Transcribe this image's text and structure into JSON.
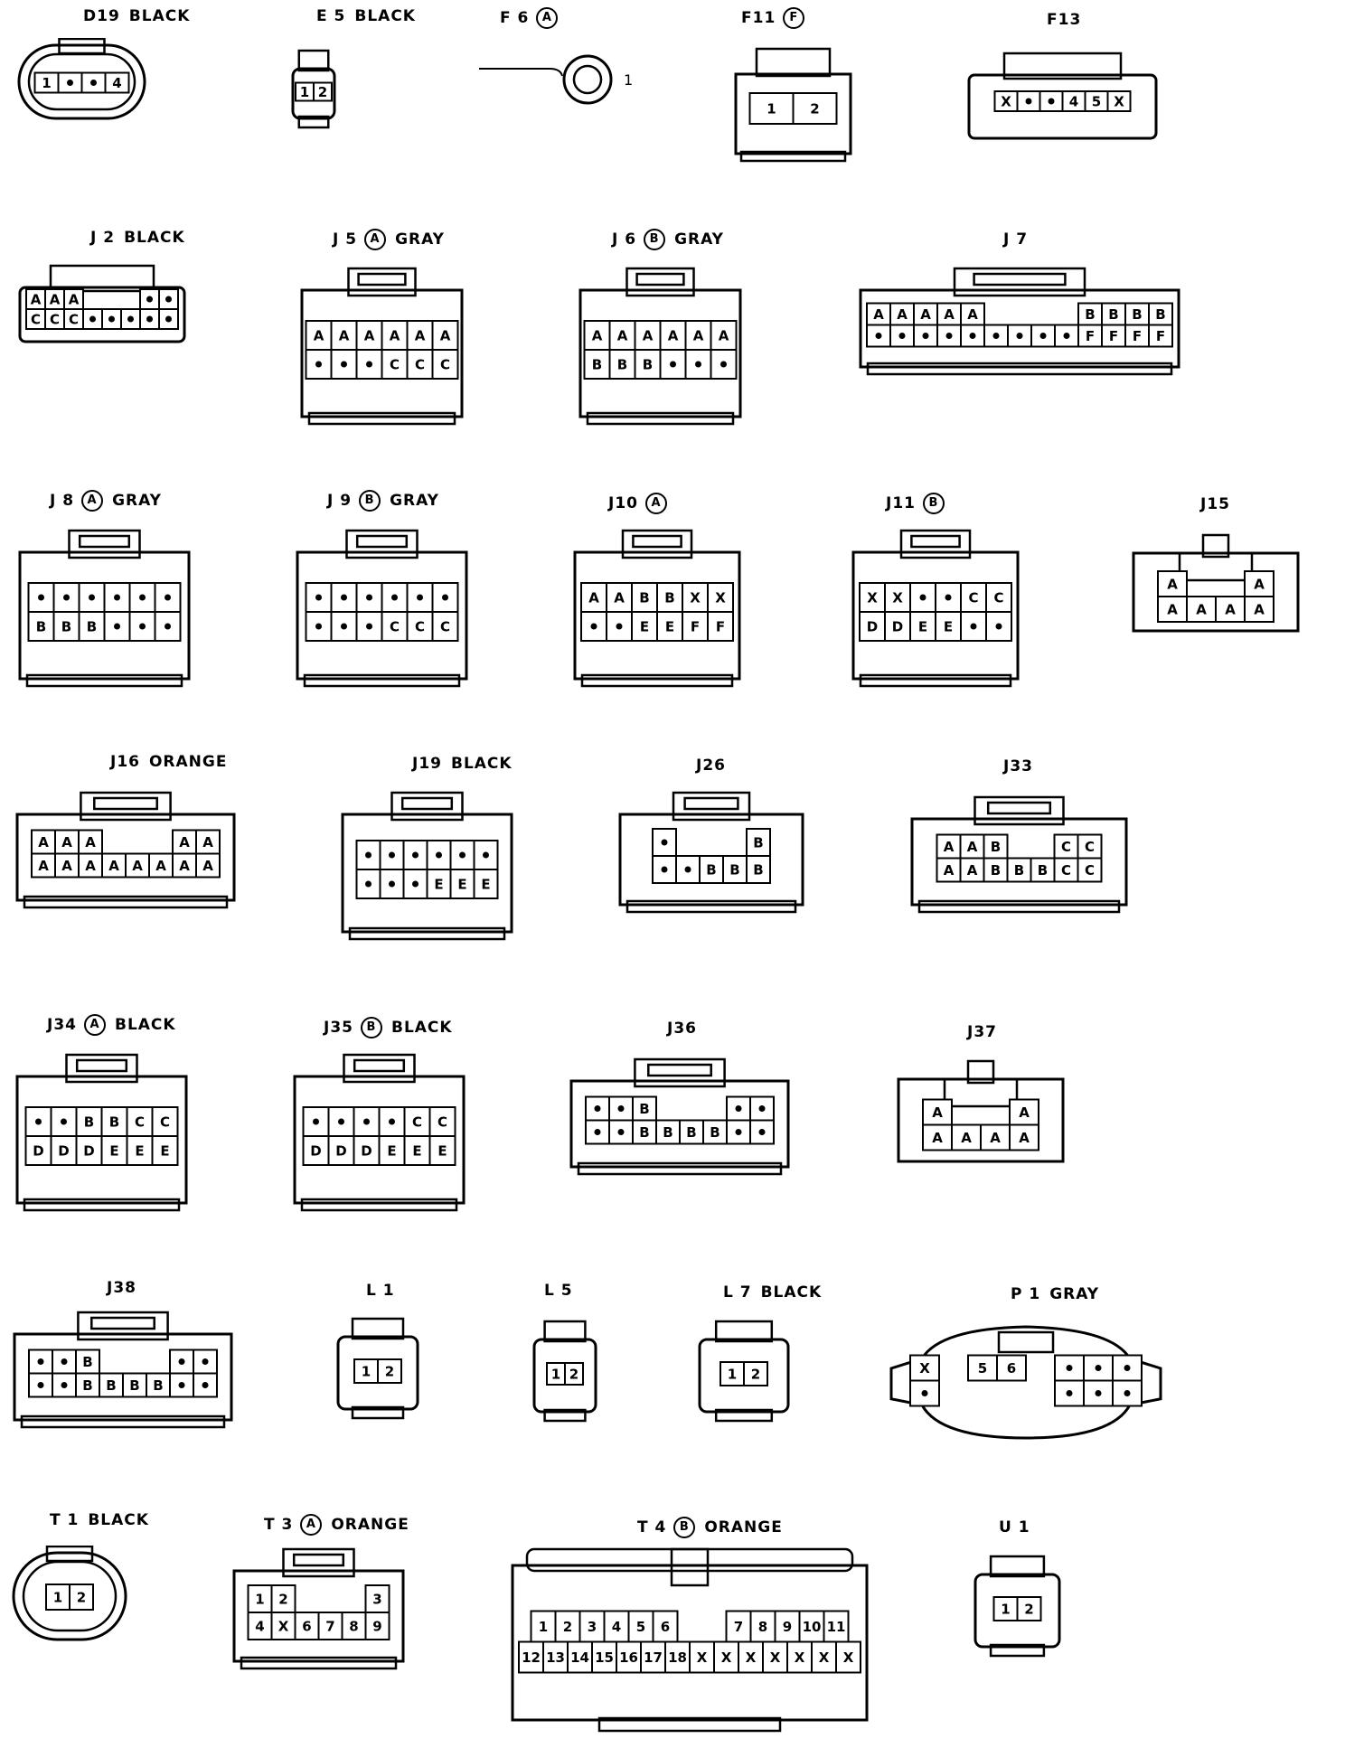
{
  "connectors": [
    {
      "id": "d19",
      "code": "D19",
      "suffix": "",
      "color": "BLACK",
      "pins": [
        [
          "1",
          "•",
          "•",
          "4"
        ]
      ]
    },
    {
      "id": "e5",
      "code": "E 5",
      "suffix": "",
      "color": "BLACK",
      "pins": [
        [
          "1",
          "2"
        ]
      ]
    },
    {
      "id": "f6",
      "code": "F 6",
      "suffix": "A",
      "color": "",
      "pins": [
        [
          "1"
        ]
      ]
    },
    {
      "id": "f11",
      "code": "F11",
      "suffix": "F",
      "color": "",
      "pins": [
        [
          "1",
          "2"
        ]
      ]
    },
    {
      "id": "f13",
      "code": "F13",
      "suffix": "",
      "color": "",
      "pins": [
        [
          "X",
          "•",
          "•",
          "4",
          "5",
          "X"
        ]
      ]
    },
    {
      "id": "j2",
      "code": "J 2",
      "suffix": "",
      "color": "BLACK",
      "pins": [
        [
          "A",
          "A",
          "A",
          "",
          "",
          "",
          "•",
          "•"
        ],
        [
          "C",
          "C",
          "C",
          "•",
          "•",
          "•",
          "•",
          "•"
        ]
      ]
    },
    {
      "id": "j5",
      "code": "J 5",
      "suffix": "A",
      "color": "GRAY",
      "pins": [
        [
          "A",
          "A",
          "A",
          "A",
          "A",
          "A"
        ],
        [
          "•",
          "•",
          "•",
          "C",
          "C",
          "C"
        ]
      ]
    },
    {
      "id": "j6",
      "code": "J 6",
      "suffix": "B",
      "color": "GRAY",
      "pins": [
        [
          "A",
          "A",
          "A",
          "A",
          "A",
          "A"
        ],
        [
          "B",
          "B",
          "B",
          "•",
          "•",
          "•"
        ]
      ]
    },
    {
      "id": "j7",
      "code": "J 7",
      "suffix": "",
      "color": "",
      "pins": [
        [
          "A",
          "A",
          "A",
          "A",
          "A",
          "",
          "",
          "",
          "",
          "B",
          "B",
          "B",
          "B"
        ],
        [
          "•",
          "•",
          "•",
          "•",
          "•",
          "•",
          "•",
          "•",
          "•",
          "F",
          "F",
          "F",
          "F"
        ]
      ]
    },
    {
      "id": "j8",
      "code": "J 8",
      "suffix": "A",
      "color": "GRAY",
      "pins": [
        [
          "•",
          "•",
          "•",
          "•",
          "•",
          "•"
        ],
        [
          "B",
          "B",
          "B",
          "•",
          "•",
          "•"
        ]
      ]
    },
    {
      "id": "j9",
      "code": "J 9",
      "suffix": "B",
      "color": "GRAY",
      "pins": [
        [
          "•",
          "•",
          "•",
          "•",
          "•",
          "•"
        ],
        [
          "•",
          "•",
          "•",
          "C",
          "C",
          "C"
        ]
      ]
    },
    {
      "id": "j10",
      "code": "J10",
      "suffix": "A",
      "color": "",
      "pins": [
        [
          "A",
          "A",
          "B",
          "B",
          "X",
          "X"
        ],
        [
          "•",
          "•",
          "E",
          "E",
          "F",
          "F"
        ]
      ]
    },
    {
      "id": "j11",
      "code": "J11",
      "suffix": "B",
      "color": "",
      "pins": [
        [
          "X",
          "X",
          "•",
          "•",
          "C",
          "C"
        ],
        [
          "D",
          "D",
          "E",
          "E",
          "•",
          "•"
        ]
      ]
    },
    {
      "id": "j15",
      "code": "J15",
      "suffix": "",
      "color": "",
      "pins": [
        [
          "A",
          "",
          "",
          "A"
        ],
        [
          "A",
          "A",
          "A",
          "A"
        ]
      ]
    },
    {
      "id": "j16",
      "code": "J16",
      "suffix": "",
      "color": "ORANGE",
      "pins": [
        [
          "A",
          "A",
          "A",
          "",
          "",
          "",
          "A",
          "A"
        ],
        [
          "A",
          "A",
          "A",
          "A",
          "A",
          "A",
          "A",
          "A"
        ]
      ]
    },
    {
      "id": "j19",
      "code": "J19",
      "suffix": "",
      "color": "BLACK",
      "pins": [
        [
          "•",
          "•",
          "•",
          "•",
          "•",
          "•"
        ],
        [
          "•",
          "•",
          "•",
          "E",
          "E",
          "E"
        ]
      ]
    },
    {
      "id": "j26",
      "code": "J26",
      "suffix": "",
      "color": "",
      "pins": [
        [
          "•",
          "",
          "",
          "",
          "B"
        ],
        [
          "•",
          "•",
          "B",
          "B",
          "B"
        ]
      ]
    },
    {
      "id": "j33",
      "code": "J33",
      "suffix": "",
      "color": "",
      "pins": [
        [
          "A",
          "A",
          "B",
          "",
          "",
          "C",
          "C"
        ],
        [
          "A",
          "A",
          "B",
          "B",
          "B",
          "C",
          "C"
        ]
      ]
    },
    {
      "id": "j34",
      "code": "J34",
      "suffix": "A",
      "color": "BLACK",
      "pins": [
        [
          "•",
          "•",
          "B",
          "B",
          "C",
          "C"
        ],
        [
          "D",
          "D",
          "D",
          "E",
          "E",
          "E"
        ]
      ]
    },
    {
      "id": "j35",
      "code": "J35",
      "suffix": "B",
      "color": "BLACK",
      "pins": [
        [
          "•",
          "•",
          "•",
          "•",
          "C",
          "C"
        ],
        [
          "D",
          "D",
          "D",
          "E",
          "E",
          "E"
        ]
      ]
    },
    {
      "id": "j36",
      "code": "J36",
      "suffix": "",
      "color": "",
      "pins": [
        [
          "•",
          "•",
          "B",
          "",
          "",
          "",
          "•",
          "•"
        ],
        [
          "•",
          "•",
          "B",
          "B",
          "B",
          "B",
          "•",
          "•"
        ]
      ]
    },
    {
      "id": "j37",
      "code": "J37",
      "suffix": "",
      "color": "",
      "pins": [
        [
          "A",
          "",
          "",
          "A"
        ],
        [
          "A",
          "A",
          "A",
          "A"
        ]
      ]
    },
    {
      "id": "j38",
      "code": "J38",
      "suffix": "",
      "color": "",
      "pins": [
        [
          "•",
          "•",
          "B",
          "",
          "",
          "",
          "•",
          "•"
        ],
        [
          "•",
          "•",
          "B",
          "B",
          "B",
          "B",
          "•",
          "•"
        ]
      ]
    },
    {
      "id": "l1",
      "code": "L 1",
      "suffix": "",
      "color": "",
      "pins": [
        [
          "1",
          "2"
        ]
      ]
    },
    {
      "id": "l5",
      "code": "L 5",
      "suffix": "",
      "color": "",
      "pins": [
        [
          "1",
          "2"
        ]
      ]
    },
    {
      "id": "l7",
      "code": "L 7",
      "suffix": "",
      "color": "BLACK",
      "pins": [
        [
          "1",
          "2"
        ]
      ]
    },
    {
      "id": "p1",
      "code": "P 1",
      "suffix": "",
      "color": "GRAY",
      "pins": [
        [
          "X",
          "",
          "5",
          "6",
          "",
          "•",
          "•",
          "•"
        ],
        [
          "•",
          "",
          "",
          "",
          "",
          "•",
          "•",
          "•"
        ]
      ]
    },
    {
      "id": "t1",
      "code": "T 1",
      "suffix": "",
      "color": "BLACK",
      "pins": [
        [
          "1",
          "2"
        ]
      ]
    },
    {
      "id": "t3",
      "code": "T 3",
      "suffix": "A",
      "color": "ORANGE",
      "pins": [
        [
          "1",
          "2",
          "",
          "",
          "",
          "3"
        ],
        [
          "4",
          "X",
          "6",
          "7",
          "8",
          "9"
        ]
      ]
    },
    {
      "id": "t4",
      "code": "T 4",
      "suffix": "B",
      "color": "ORANGE",
      "pins": [
        [
          "1",
          "2",
          "3",
          "4",
          "5",
          "6",
          "",
          "",
          "7",
          "8",
          "9",
          "10",
          "11"
        ],
        [
          "12",
          "13",
          "14",
          "15",
          "16",
          "17",
          "18",
          "X",
          "X",
          "X",
          "X",
          "X",
          "X",
          "X"
        ]
      ]
    },
    {
      "id": "u1",
      "code": "U 1",
      "suffix": "",
      "color": "",
      "pins": [
        [
          "1",
          "2"
        ]
      ]
    }
  ]
}
